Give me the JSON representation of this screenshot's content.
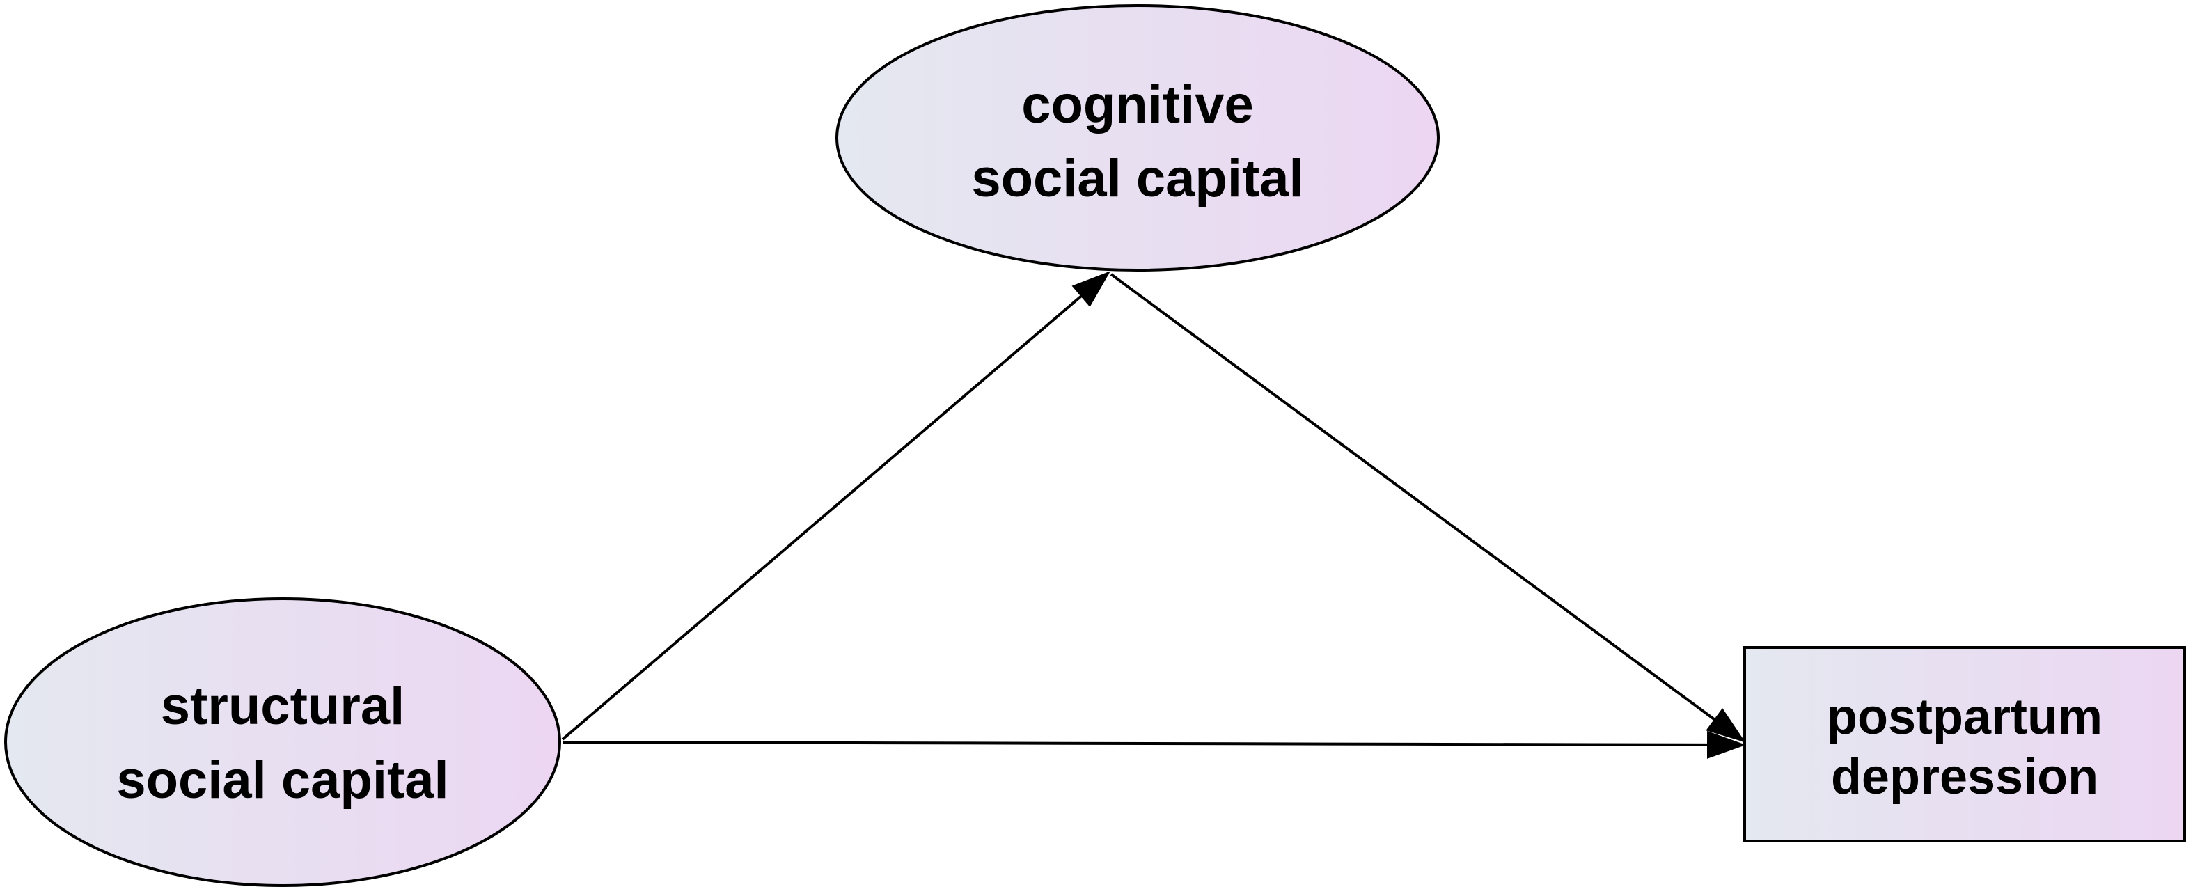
{
  "diagram": {
    "nodes": {
      "cognitive": {
        "shape": "ellipse",
        "lines": [
          "cognitive",
          "social capital"
        ]
      },
      "structural": {
        "shape": "ellipse",
        "lines": [
          "structural",
          "social capital"
        ]
      },
      "postpartum": {
        "shape": "rectangle",
        "lines": [
          "postpartum",
          "depression"
        ]
      }
    },
    "edges": [
      {
        "from": "structural",
        "to": "cognitive"
      },
      {
        "from": "cognitive",
        "to": "postpartum"
      },
      {
        "from": "structural",
        "to": "postpartum"
      }
    ],
    "colors": {
      "fill_start": "#e4e8f0",
      "fill_end": "#ecd6f2",
      "stroke": "#000000",
      "text": "#000000"
    }
  }
}
